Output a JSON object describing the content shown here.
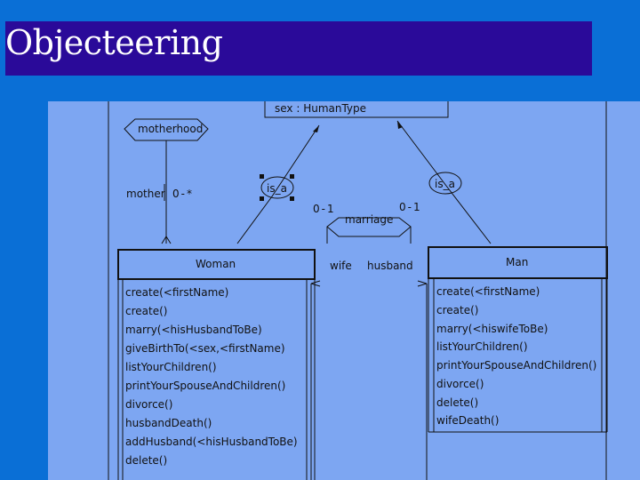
{
  "slide": {
    "title": "Objecteering"
  },
  "diagram": {
    "superclass_attribute": "sex : HumanType",
    "association_motherhood": {
      "name": "motherhood",
      "role": "mother",
      "multiplicity": "0-*"
    },
    "generalization_labels": [
      "is_a",
      "is_a"
    ],
    "association_marriage": {
      "name": "marriage",
      "left_multiplicity": "0-1",
      "right_multiplicity": "0-1",
      "left_role": "wife",
      "right_role": "husband"
    },
    "classes": [
      {
        "name": "Woman",
        "operations": [
          "create(<firstName)",
          "create()",
          "marry(<hisHusbandToBe)",
          "giveBirthTo(<sex,<firstName)",
          "listYourChildren()",
          "printYourSpouseAndChildren()",
          "divorce()",
          "husbandDeath()",
          "addHusband(<hisHusbandToBe)",
          "delete()"
        ]
      },
      {
        "name": "Man",
        "operations": [
          "create(<firstName)",
          "create()",
          "marry(<hiswifeToBe)",
          "listYourChildren()",
          "printYourSpouseAndChildren()",
          "divorce()",
          "delete()",
          "wifeDeath()"
        ]
      }
    ]
  }
}
